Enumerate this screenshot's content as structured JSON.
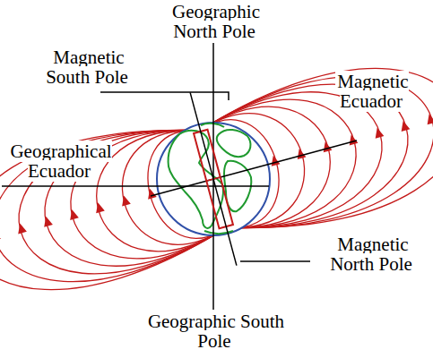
{
  "diagram": {
    "labels": [
      "Geographic North Pole",
      "Magnetic South Pole",
      "Magnetic Ecuador",
      "Geographical Ecuador",
      "Magnetic North Pole",
      "Geographic South Pole"
    ]
  }
}
